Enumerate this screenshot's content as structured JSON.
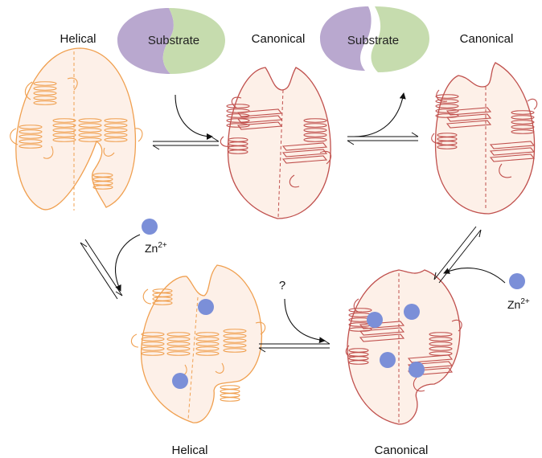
{
  "states": {
    "top_left_label": "Helical",
    "top_middle_label": "Canonical",
    "top_right_label": "Canonical",
    "bottom_left_label": "Helical",
    "bottom_right_label": "Canonical"
  },
  "substrate": {
    "bound_label": "Substrate",
    "released_label": "Substrate"
  },
  "ions": {
    "left_base": "Zn",
    "left_charge": "2+",
    "right_base": "Zn",
    "right_charge": "2+"
  },
  "unknown_step": "?",
  "colors": {
    "helical": "#f0a050",
    "canonical": "#c0504d",
    "shape_fill": "#fdf0e8",
    "substrate_purple": "#b9a8cf",
    "substrate_green": "#c6dcae",
    "zinc": "#7b8fd8"
  }
}
